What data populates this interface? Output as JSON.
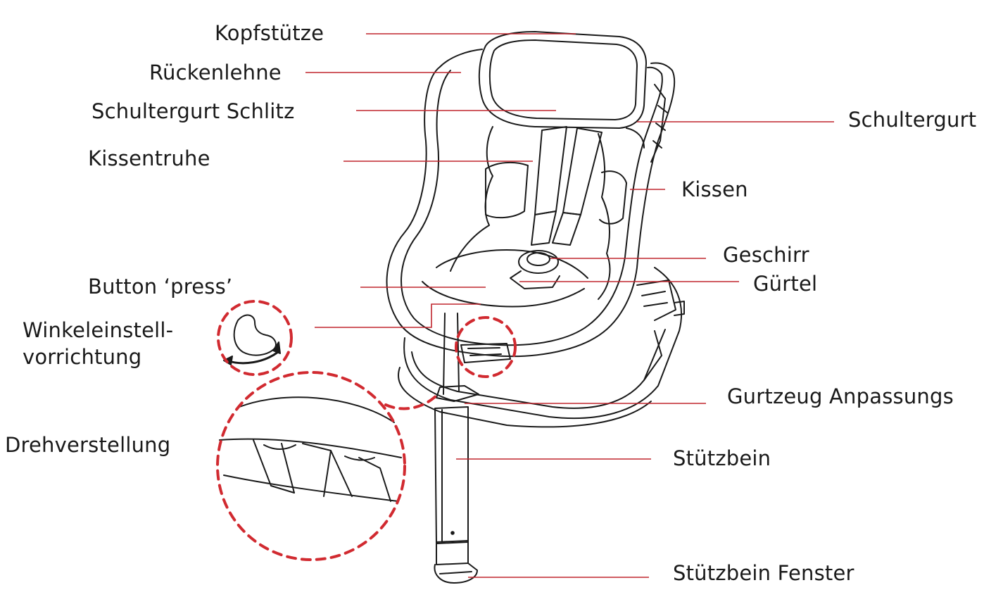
{
  "labels": {
    "kopfstuetze": "Kopfstütze",
    "rueckenlehne": "Rückenlehne",
    "schultergurt_schlitz": "Schultergurt Schlitz",
    "kissentruhe": "Kissentruhe",
    "button_press": "Button  ‘press’",
    "winkeleinstell": "Winkeleinstell-\nvorrichtung",
    "drehverstellung": "Drehverstellung",
    "schultergurt": "Schultergurt",
    "kissen": "Kissen",
    "geschirr": "Geschirr",
    "guertel": "Gürtel",
    "gurtzeug_anpassungs": "Gurtzeug Anpassungs",
    "stuetzbein": "Stützbein",
    "stuetzbein_fenster": "Stützbein Fenster"
  },
  "colors": {
    "leader_line": "#c0262e",
    "callout_circle": "#d12a30",
    "drawing_stroke": "#1a1a1a",
    "text": "#1a1a1a"
  }
}
